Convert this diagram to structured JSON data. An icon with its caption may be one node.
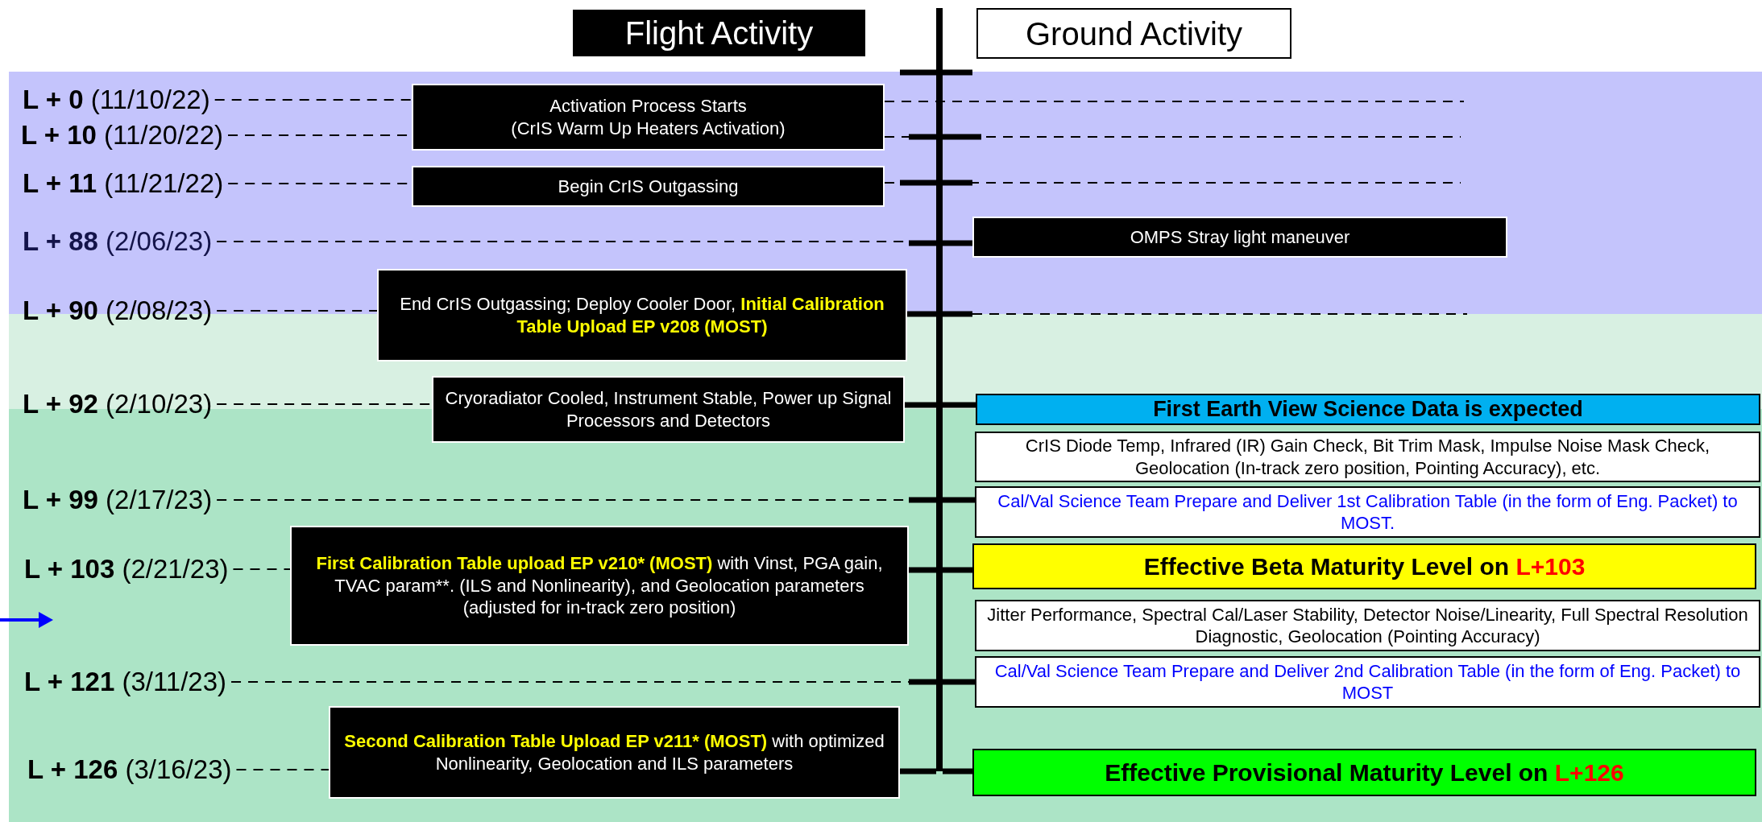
{
  "diagram": {
    "nodes": [
      {
        "text": [
          "Flight Activity"
        ]
      },
      {
        "text": [
          "Ground Activity"
        ]
      },
      {
        "text": [],
        "shape": "bar"
      },
      {
        "text": [
          "**L + 0** (11/10/22)"
        ]
      },
      {
        "text": [
          "Activation Process Starts",
          "(CrIS Warm Up Heaters Activation)"
        ]
      },
      {
        "text": [
          "**L + 10** (11/20/22)"
        ]
      },
      {
        "text": [
          "**L + 11** (11/21/22)"
        ]
      },
      {
        "text": [
          "Begin CrIS Outgassing"
        ]
      },
      {
        "text": [
          "**L + 88** (2/06/23)"
        ]
      },
      {
        "text": [
          "OMPS Stray light maneuver"
        ]
      },
      {
        "text": [
          "**L + 90** (2/08/23)"
        ]
      },
      {
        "text": [
          "End CrIS Outgassing; Deploy Cooler Door,",
          "Initial Calibration Table Upload EP v208 (MOST)"
        ]
      },
      {
        "text": [
          "**L + 92** (2/10/23)"
        ]
      },
      {
        "text": [
          "Cryoradiator Cooled, Instrument Stable, Power up Signal Processors and Detectors"
        ]
      },
      {
        "text": [
          "First Earth View Science Data is expected"
        ]
      },
      {
        "text": [
          "CrIS Diode Temp, Infrared (IR) Gain Check, Bit Trim Mask, Impulse Noise Mask Check, Geolocation (In-track zero position, Pointing Accuracy), etc."
        ]
      },
      {
        "text": [
          "**L + 99** (2/17/23)"
        ]
      },
      {
        "text": [
          "Cal/Val Science Team Prepare and Deliver 1st Calibration Table (in the form of Eng. Packet) to MOST."
        ]
      },
      {
        "text": [
          "**L + 103** (2/21/23)"
        ]
      },
      {
        "text": [
          "First Calibration Table upload EP v210* (MOST)",
          "with Vinst, PGA gain, TVAC param**. (ILS and Nonlinearity), and Geolocation parameters (adjusted for in-track zero position)"
        ]
      },
      {
        "text": [
          "Effective Beta Maturity Level on",
          "L+103"
        ]
      },
      {
        "text": [
          "Jitter Performance, Spectral Cal/Laser Stability, Detector Noise/Linearity, Full Spectral Resolution Diagnostic, Geolocation (Pointing Accuracy)"
        ]
      },
      {
        "text": [
          "**L + 121** (3/11/23)"
        ]
      },
      {
        "text": [
          "Cal/Val Science Team Prepare and Deliver 2nd Calibration Table (in the form of Eng. Packet) to MOST"
        ]
      },
      {
        "text": [
          "**L + 126** (3/16/23)"
        ]
      },
      {
        "text": [
          "Second Calibration Table Upload EP v211* (MOST)",
          "with optimized Nonlinearity, Geolocation and ILS parameters"
        ]
      },
      {
        "text": [
          "Effective Provisional Maturity Level on",
          "L+126"
        ]
      }
    ],
    "edges": [
      {
        "from": 3,
        "to": 4,
        "arrow": "none",
        "style": "dashed"
      },
      {
        "from": 5,
        "to": 4,
        "arrow": "none",
        "style": "dashed"
      },
      {
        "from": 6,
        "to": 7,
        "arrow": "none",
        "style": "dashed"
      },
      {
        "from": 8,
        "to": 2,
        "arrow": "none",
        "style": "dashed"
      },
      {
        "from": 10,
        "to": 11,
        "arrow": "none",
        "style": "dashed"
      },
      {
        "from": 12,
        "to": 13,
        "arrow": "none",
        "style": "dashed"
      },
      {
        "from": 16,
        "to": 2,
        "arrow": "none",
        "style": "dashed"
      },
      {
        "from": 18,
        "to": 19,
        "arrow": "none",
        "style": "dashed"
      },
      {
        "from": 22,
        "to": 2,
        "arrow": "none",
        "style": "dashed"
      },
      {
        "from": 24,
        "to": 25,
        "arrow": "none",
        "style": "dashed"
      },
      {
        "from": 2,
        "to": 9,
        "arrow": "none",
        "style": "thick"
      },
      {
        "from": 11,
        "to": 2,
        "arrow": "none",
        "style": "thick"
      },
      {
        "from": 13,
        "to": 2,
        "arrow": "none",
        "style": "thick"
      },
      {
        "from": 2,
        "to": 14,
        "arrow": "none",
        "style": "thick"
      },
      {
        "from": 2,
        "to": 17,
        "arrow": "none",
        "style": "thick"
      },
      {
        "from": 19,
        "to": 2,
        "arrow": "none",
        "style": "thick"
      },
      {
        "from": 2,
        "to": 20,
        "arrow": "none",
        "style": "thick"
      },
      {
        "from": 2,
        "to": 23,
        "arrow": "none",
        "style": "thick"
      },
      {
        "from": 25,
        "to": 2,
        "arrow": "none",
        "style": "thick"
      },
      {
        "from": 2,
        "to": 26,
        "arrow": "none",
        "style": "thick"
      }
    ]
  }
}
